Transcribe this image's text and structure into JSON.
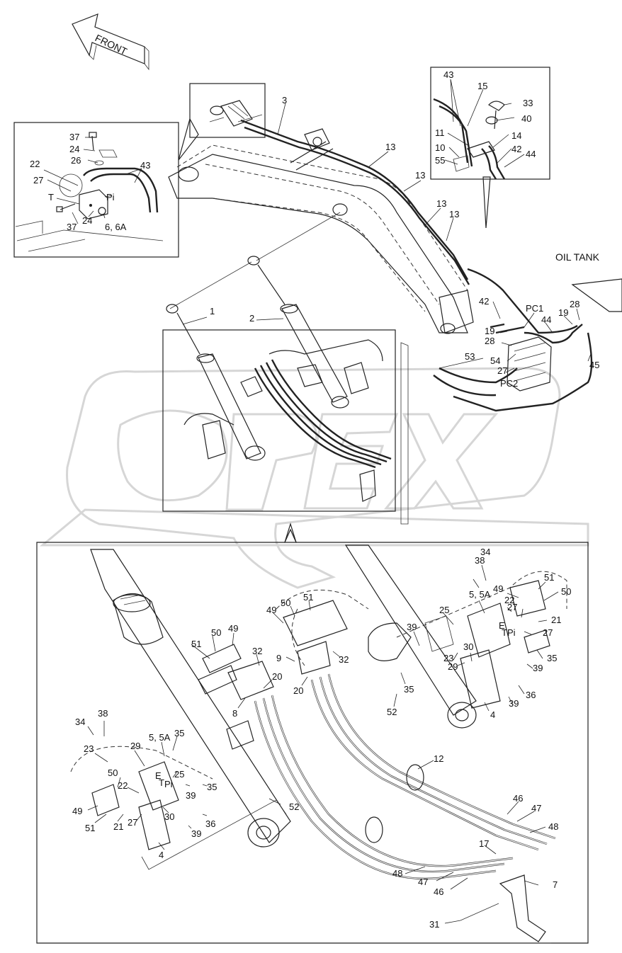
{
  "header": {
    "direction_arrow_label": "FRONT",
    "top_mark": ""
  },
  "labels": {
    "oil_tank": "OIL TANK",
    "pc1": "PC1",
    "pc2": "PC2",
    "t": "T",
    "pi": "Pi",
    "small_e": "E",
    "small_t": "T",
    "small_pi": "Pi"
  },
  "watermark": {
    "text": "OPEX"
  },
  "part_numbers": {
    "inset_left": [
      "37",
      "24",
      "26",
      "22",
      "27",
      "43",
      "37",
      "24",
      "6, 6A"
    ],
    "inset_top": [
      "3"
    ],
    "inset_right": [
      "43",
      "15",
      "33",
      "40",
      "11",
      "14",
      "10",
      "42",
      "44",
      "55"
    ],
    "boom": [
      "13",
      "13",
      "13",
      "13",
      "1",
      "2"
    ],
    "control_valve": [
      "42",
      "PC1",
      "44",
      "19",
      "28",
      "19",
      "28",
      "54",
      "53",
      "27",
      "45"
    ],
    "detail_left": [
      "51",
      "50",
      "49",
      "32",
      "20",
      "8",
      "38",
      "34",
      "23",
      "29",
      "5, 5A",
      "35",
      "50",
      "25",
      "39",
      "22",
      "35",
      "30",
      "49",
      "51",
      "21",
      "27",
      "36",
      "39",
      "4",
      "52"
    ],
    "detail_center": [
      "49",
      "50",
      "51",
      "9",
      "39",
      "25",
      "32",
      "20",
      "35",
      "52",
      "23",
      "30",
      "29",
      "4",
      "12"
    ],
    "detail_right": [
      "38",
      "34",
      "5, 5A",
      "49",
      "51",
      "50",
      "27",
      "22",
      "21",
      "27",
      "35",
      "39",
      "36",
      "39"
    ],
    "detail_hoses": [
      "46",
      "47",
      "48",
      "17",
      "7",
      "48",
      "47",
      "46",
      "31"
    ]
  }
}
